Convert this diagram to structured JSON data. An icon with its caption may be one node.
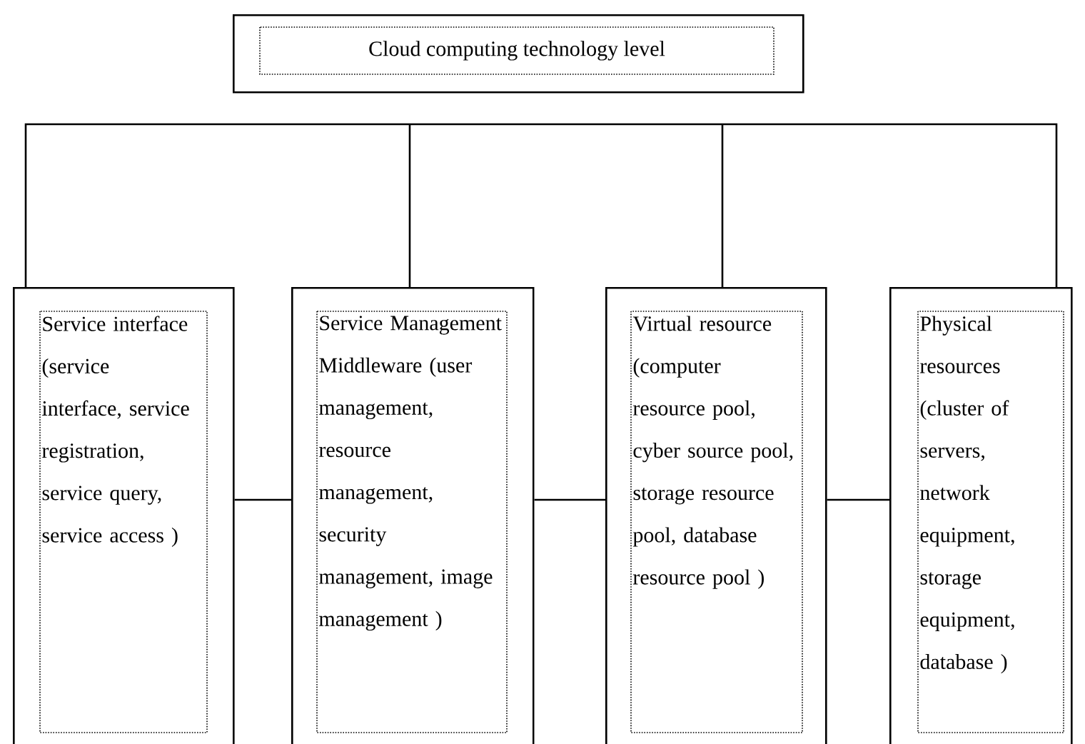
{
  "diagram": {
    "nodes": [
      {
        "text": [
          "Cloud computing technology level"
        ]
      },
      {
        "text": [
          "Service interface (service interface, service registration, service query, service access )"
        ]
      },
      {
        "text": [
          "Service Management Middleware (user management, resource management, security management, image management )"
        ]
      },
      {
        "text": [
          "Virtual resource (computer resource pool, cyber source pool, storage resource pool, database resource pool )"
        ]
      },
      {
        "text": [
          "Physical resources (cluster of servers, network equipment, storage equipment, database )"
        ]
      }
    ],
    "edges": [
      {
        "from": 1,
        "to": 2,
        "arrow": "none"
      },
      {
        "from": 2,
        "to": 3,
        "arrow": "none"
      },
      {
        "from": 3,
        "to": 4,
        "arrow": "none"
      },
      {
        "from": 1,
        "to": 2,
        "arrow": "none"
      },
      {
        "from": 2,
        "to": 3,
        "arrow": "none"
      },
      {
        "from": 3,
        "to": 4,
        "arrow": "none"
      }
    ]
  }
}
